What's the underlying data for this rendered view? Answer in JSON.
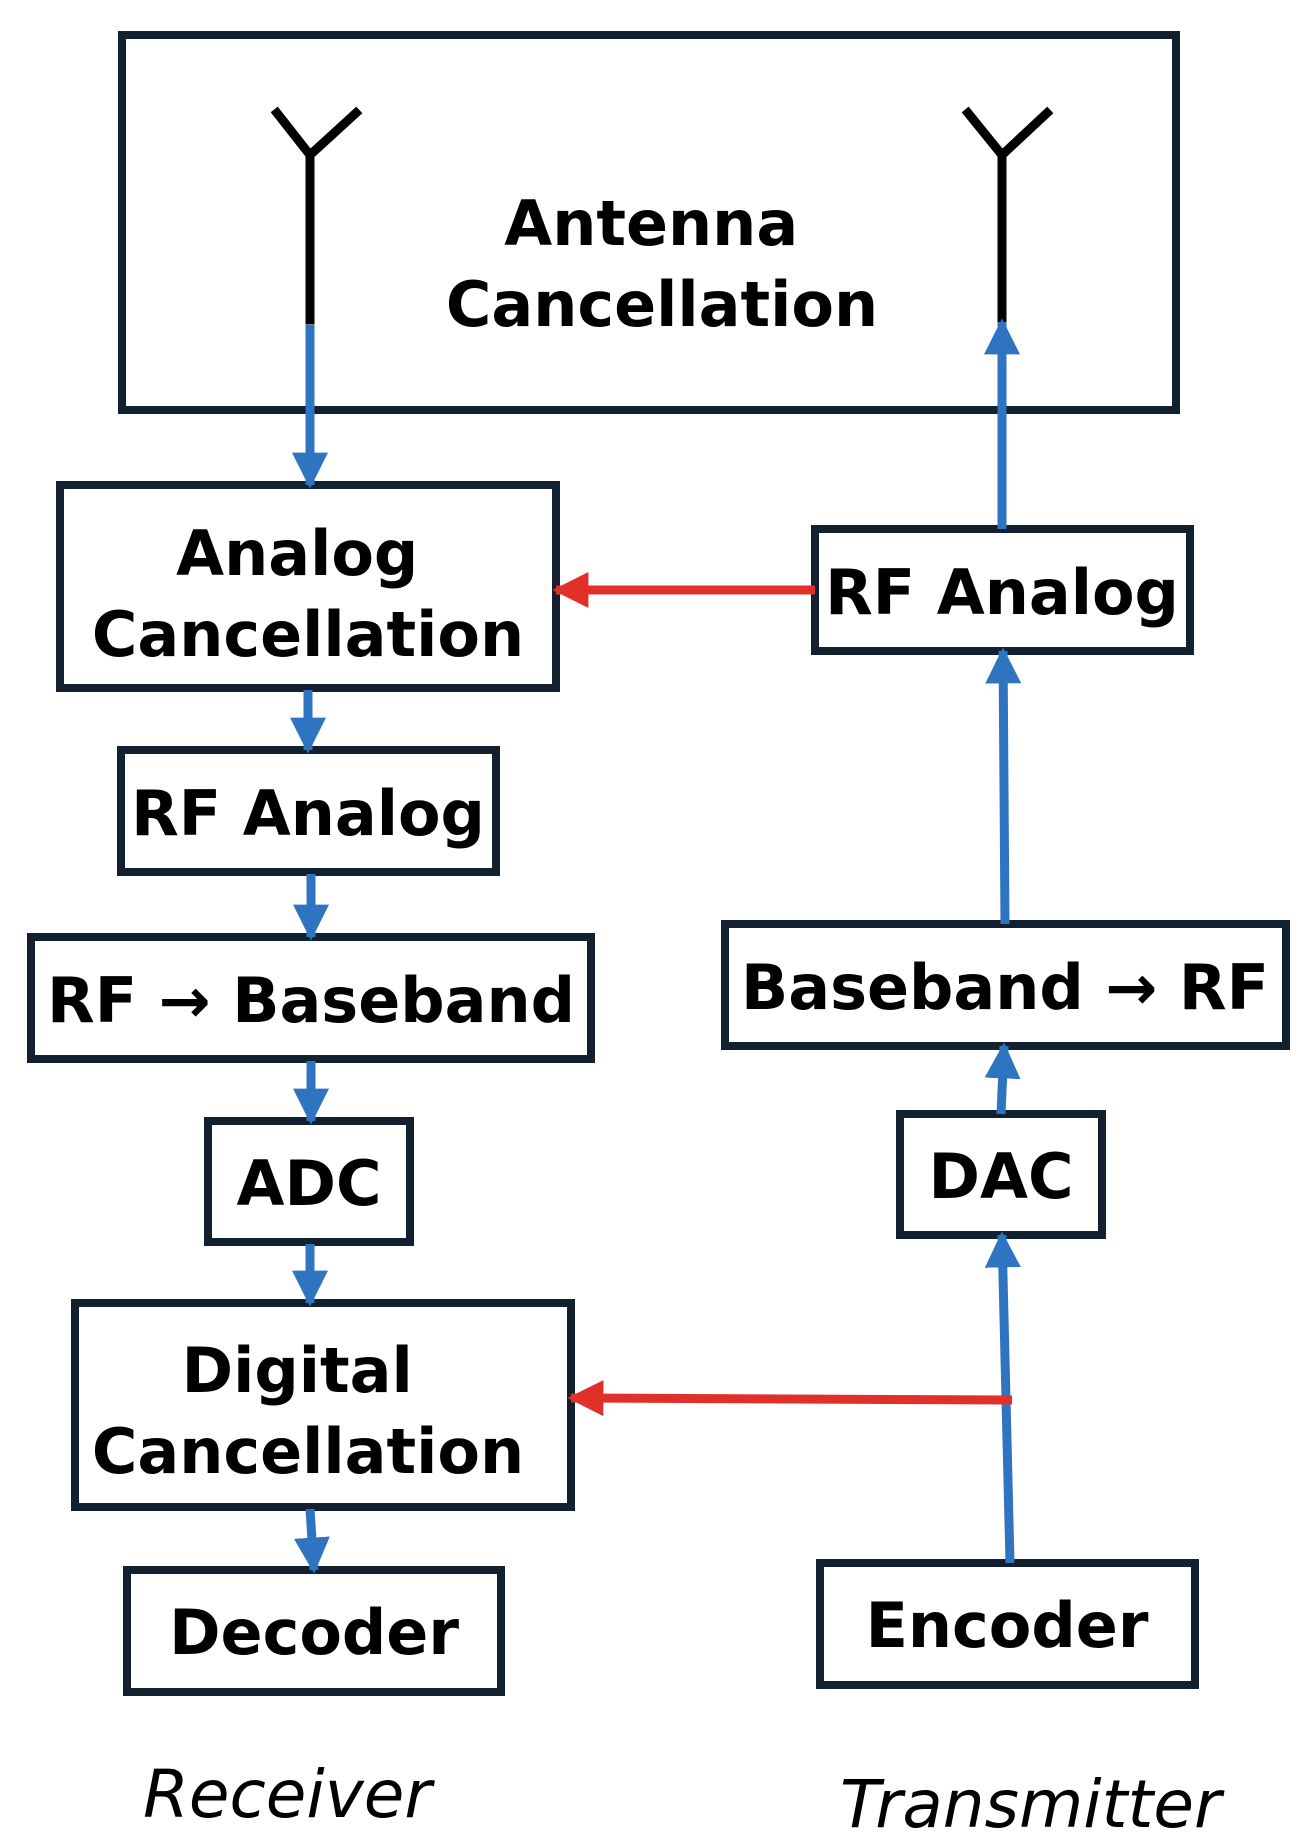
{
  "blocks": {
    "antenna_cancellation": [
      "Antenna",
      "Cancellation"
    ],
    "analog_cancellation": [
      "Analog",
      "Cancellation"
    ],
    "rx_rf_analog": "RF Analog",
    "rf_to_baseband": "RF → Baseband",
    "adc": "ADC",
    "digital_cancellation": [
      "Digital",
      "Cancellation"
    ],
    "decoder": "Decoder",
    "tx_rf_analog": "RF Analog",
    "baseband_to_rf": "Baseband → RF",
    "dac": "DAC",
    "encoder": "Encoder"
  },
  "captions": {
    "receiver": "Receiver",
    "transmitter": "Transmitter"
  },
  "colors": {
    "signal_flow": "#2f74c0",
    "cancellation_feed": "#e1302a",
    "box_border": "#12202f"
  }
}
